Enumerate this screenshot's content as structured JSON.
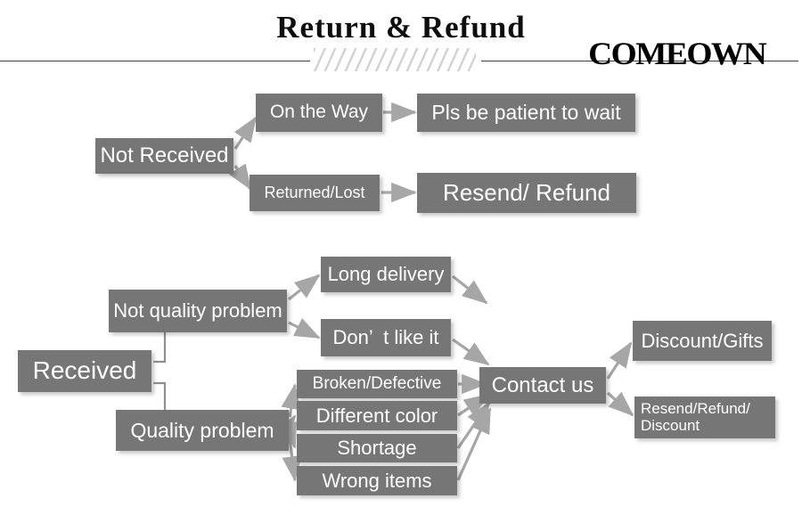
{
  "header": {
    "title": "Return & Refund",
    "logo": "COMEOWN",
    "hatch_icon": "diagonal-hatch-divider"
  },
  "colors": {
    "node_fill": "#767676",
    "node_text": "#ffffff",
    "arrow": "#a6a6a6",
    "rule": "#3f3f3f",
    "title_text": "#0d0d0d",
    "hatch": "#d2d2d2"
  },
  "flowchart": {
    "type": "flowchart",
    "branches": [
      {
        "id": "not-received",
        "root": "Not Received",
        "paths": [
          {
            "stage": "On the Way",
            "outcome": "Pls be patient to wait"
          },
          {
            "stage": "Returned/Lost",
            "outcome": "Resend/ Refund"
          }
        ]
      },
      {
        "id": "received",
        "root": "Received",
        "groups": [
          {
            "label": "Not quality problem",
            "reasons": [
              "Long delivery",
              "Don’  t like it"
            ]
          },
          {
            "label": "Quality problem",
            "reasons": [
              "Broken/Defective",
              "Different color",
              "Shortage",
              "Wrong items"
            ]
          }
        ],
        "hub": "Contact us",
        "resolutions": [
          "Discount/Gifts",
          "Resend/Refund/\nDiscount"
        ]
      }
    ]
  },
  "nodes": {
    "not_received": "Not Received",
    "on_the_way": "On the Way",
    "pls_be_patient": "Pls be patient to wait",
    "returned_lost": "Returned/Lost",
    "resend_refund": "Resend/ Refund",
    "received": "Received",
    "not_quality_problem": "Not quality problem",
    "quality_problem": "Quality problem",
    "long_delivery": "Long delivery",
    "dont_like_it": "Don’  t like it",
    "broken_defective": "Broken/Defective",
    "different_color": "Different color",
    "shortage": "Shortage",
    "wrong_items": "Wrong items",
    "contact_us": "Contact us",
    "discount_gifts": "Discount/Gifts",
    "resend_refund_discount": "Resend/Refund/\nDiscount"
  }
}
